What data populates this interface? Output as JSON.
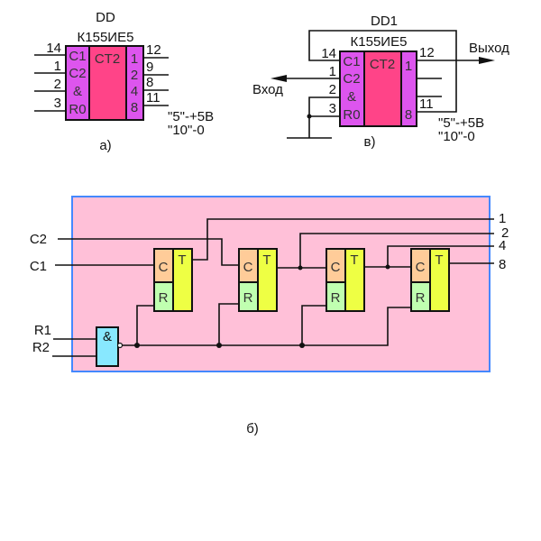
{
  "colors": {
    "magenta": "#dd55ee",
    "counter": "#ff4488",
    "c_cell": "#ffcc99",
    "r_cell": "#c0ffb0",
    "t_cell": "#eeff44",
    "and_gate": "#88e8ff",
    "panel": "#ffc0d8",
    "panel_border": "#4488ff"
  },
  "diagram_a": {
    "designator": "DD",
    "part": "К155ИЕ5",
    "counter": "CT2",
    "left_pins": [
      "14",
      "1",
      "2",
      "3"
    ],
    "left_labels": [
      "C1",
      "C2",
      "&",
      "R0"
    ],
    "right_pins": [
      "12",
      "9",
      "8",
      "11"
    ],
    "right_labels": [
      "1",
      "2",
      "4",
      "8"
    ],
    "power": "\"5\"-+5В",
    "ground": "\"10\"-0",
    "caption": "а)"
  },
  "diagram_v": {
    "designator": "DD1",
    "part": "К155ИЕ5",
    "counter": "CT2",
    "left_pins": [
      "14",
      "1",
      "2",
      "3"
    ],
    "left_labels": [
      "C1",
      "C2",
      "&",
      "R0"
    ],
    "right_pins": [
      "12",
      "11"
    ],
    "right_labels": [
      "1",
      "8"
    ],
    "input": "Вход",
    "output": "Выход",
    "power": "\"5\"-+5В",
    "ground": "\"10\"-0",
    "caption": "в)"
  },
  "diagram_b": {
    "inputs": [
      "C2",
      "C1",
      "R1",
      "R2"
    ],
    "outputs": [
      "1",
      "2",
      "4",
      "8"
    ],
    "and_label": "&",
    "flipflop": {
      "c": "C",
      "r": "R",
      "t": "T"
    },
    "caption": "б)"
  }
}
